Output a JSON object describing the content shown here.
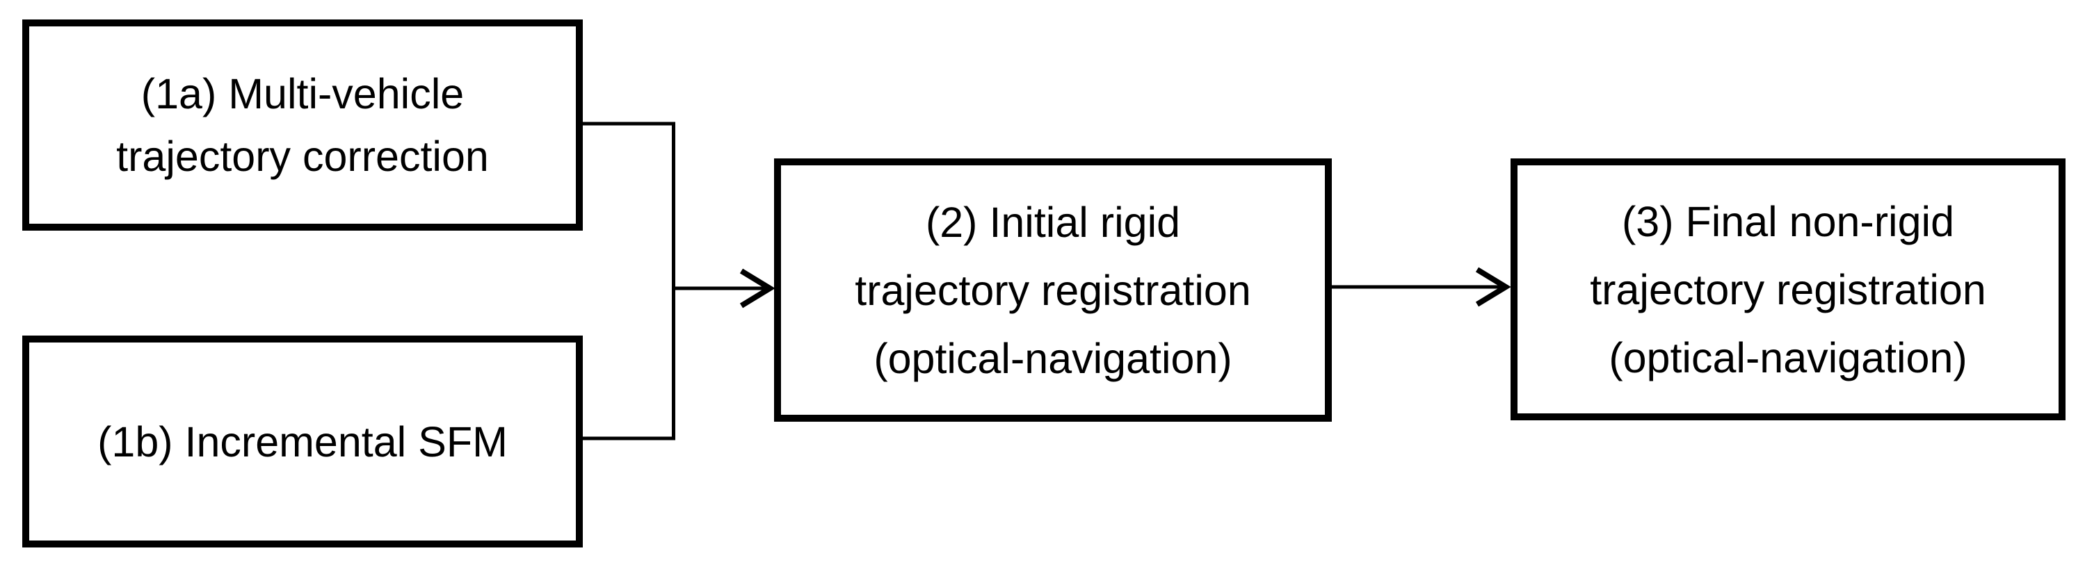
{
  "diagram": {
    "type": "flowchart",
    "colors": {
      "background": "#ffffff",
      "box_border": "#000000",
      "box_fill": "#ffffff",
      "line": "#000000",
      "text": "#000000"
    },
    "nodes": [
      {
        "id": "1a",
        "lines": [
          "(1a) Multi-vehicle",
          "trajectory correction"
        ]
      },
      {
        "id": "1b",
        "lines": [
          "(1b) Incremental SFM"
        ]
      },
      {
        "id": "2",
        "lines": [
          "(2) Initial rigid",
          "trajectory registration",
          "(optical-navigation)"
        ]
      },
      {
        "id": "3",
        "lines": [
          "(3) Final non-rigid",
          "trajectory registration",
          "(optical-navigation)"
        ]
      }
    ],
    "edges": [
      {
        "from": "1a",
        "to": "2",
        "style": "merged-bracket-arrow"
      },
      {
        "from": "1b",
        "to": "2",
        "style": "merged-bracket-arrow"
      },
      {
        "from": "2",
        "to": "3",
        "style": "arrow"
      }
    ]
  }
}
